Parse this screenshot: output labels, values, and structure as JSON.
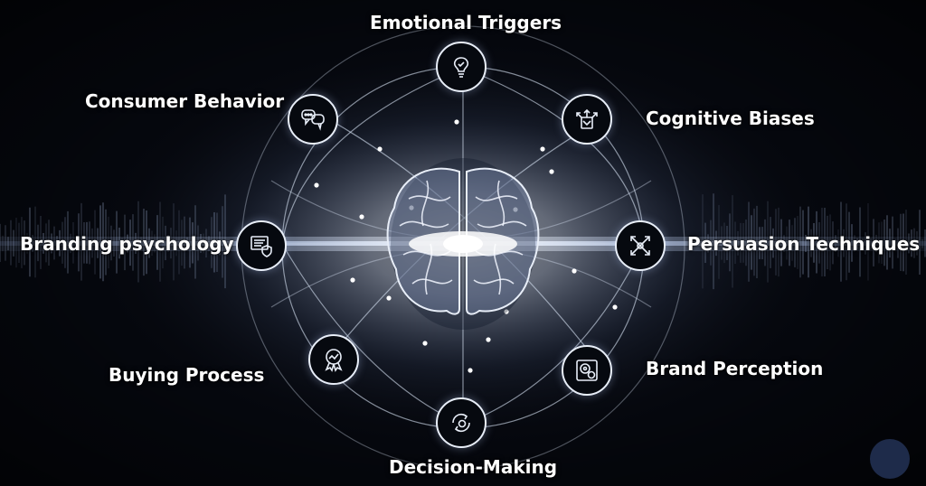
{
  "topics": [
    {
      "key": "emotional-triggers",
      "label": "Emotional Triggers",
      "icon": "lightbulb-icon"
    },
    {
      "key": "cognitive-biases",
      "label": "Cognitive Biases",
      "icon": "decision-arrows-icon"
    },
    {
      "key": "persuasion-techniques",
      "label": "Persuasion Techniques",
      "icon": "crossed-arrows-icon"
    },
    {
      "key": "brand-perception",
      "label": "Brand Perception",
      "icon": "perception-box-icon"
    },
    {
      "key": "decision-making",
      "label": "Decision-Making",
      "icon": "cycle-target-icon"
    },
    {
      "key": "buying-process",
      "label": "Buying Process",
      "icon": "award-ribbon-icon"
    },
    {
      "key": "branding-psychology",
      "label": "Branding psychology",
      "icon": "document-shield-icon"
    },
    {
      "key": "consumer-behavior",
      "label": "Consumer Behavior",
      "icon": "speech-bubbles-icon"
    }
  ],
  "colors": {
    "background": "#05070d",
    "glow": "#cfe0ff",
    "line": "#d7e2f3",
    "node_border": "#e8eef8",
    "text": "#ffffff",
    "corner_dot": "#1e2b4a"
  },
  "center_icon": "brain-icon"
}
